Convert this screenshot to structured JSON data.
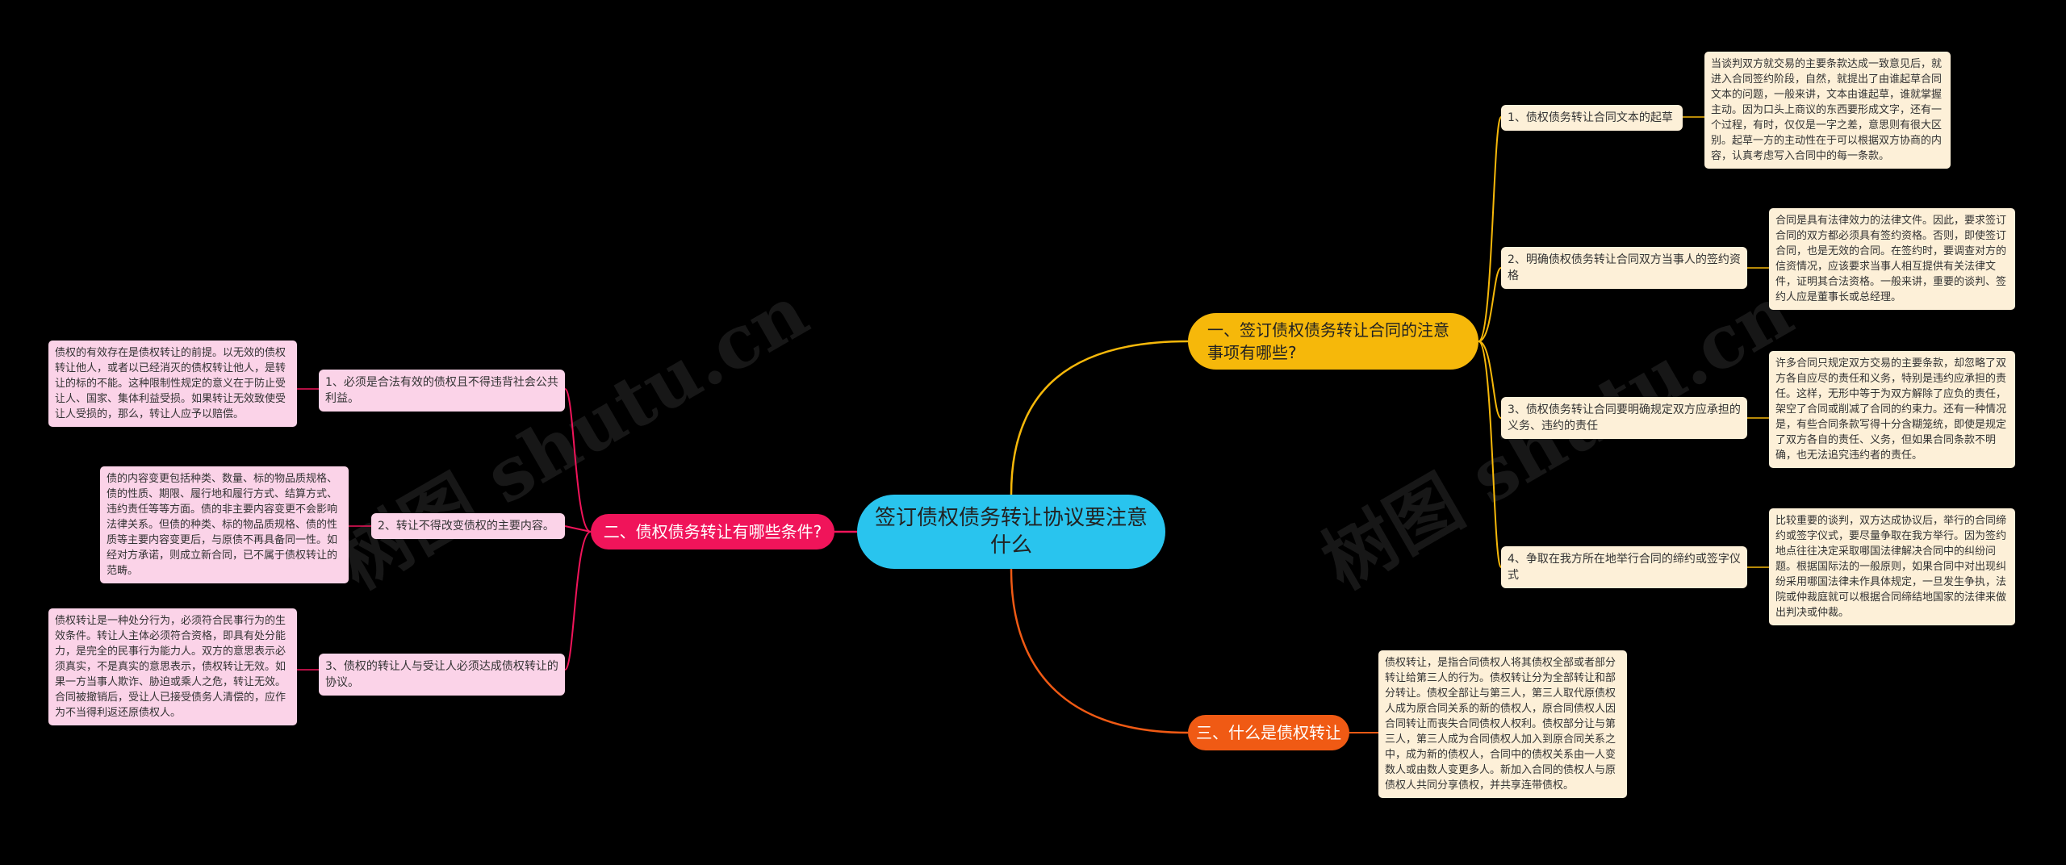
{
  "watermark": "树图 shutu.cn",
  "root": {
    "label": "签订债权债务转让协议要注意什么"
  },
  "branch1": {
    "label": "一、签订债权债务转让合同的注意事项有哪些?",
    "color": "#f6b80a",
    "items": [
      {
        "label": "1、债权债务转让合同文本的起草",
        "detail": "当谈判双方就交易的主要条款达成一致意见后，就进入合同签约阶段，自然，就提出了由谁起草合同文本的问题，一般来讲，文本由谁起草，谁就掌握主动。因为口头上商议的东西要形成文字，还有一个过程，有时，仅仅是一字之差，意思则有很大区别。起草一方的主动性在于可以根据双方协商的内容，认真考虑写入合同中的每一条款。"
      },
      {
        "label": "2、明确债权债务转让合同双方当事人的签约资格",
        "detail": "合同是具有法律效力的法律文件。因此，要求签订合同的双方都必须具有签约资格。否则，即使签订合同，也是无效的合同。在签约时，要调查对方的信资情况，应该要求当事人相互提供有关法律文件，证明其合法资格。一般来讲，重要的谈判、签约人应是董事长或总经理。"
      },
      {
        "label": "3、债权债务转让合同要明确规定双方应承担的义务、违约的责任",
        "detail": "许多合同只规定双方交易的主要条款，却忽略了双方各自应尽的责任和义务，特别是违约应承担的责任。这样，无形中等于为双方解除了应负的责任，架空了合同或削减了合同的约束力。还有一种情况是，有些合同条款写得十分含糊笼统，即使是规定了双方各自的责任、义务，但如果合同条款不明确，也无法追究违约者的责任。"
      },
      {
        "label": "4、争取在我方所在地举行合同的缔约或签字仪式",
        "detail": "比较重要的谈判，双方达成协议后，举行的合同缔约或签字仪式，要尽量争取在我方举行。因为签约地点往往决定采取哪国法律解决合同中的纠纷问题。根据国际法的一般原则，如果合同中对出现纠纷采用哪国法律未作具体规定，一旦发生争执，法院或仲裁庭就可以根据合同缔结地国家的法律来做出判决或仲裁。"
      }
    ]
  },
  "branch2": {
    "label": "二、债权债务转让有哪些条件?",
    "color": "#f0145a",
    "items": [
      {
        "label": "1、必须是合法有效的债权且不得违背社会公共利益。",
        "detail": "债权的有效存在是债权转让的前提。以无效的债权转让他人，或者以已经消灭的债权转让他人，是转让的标的不能。这种限制性规定的意义在于防止受让人、国家、集体利益受损。如果转让无效致使受让人受损的，那么，转让人应予以赔偿。"
      },
      {
        "label": "2、转让不得改变债权的主要内容。",
        "detail": "债的内容变更包括种类、数量、标的物品质规格、债的性质、期限、履行地和履行方式、结算方式、违约责任等等方面。债的非主要内容变更不会影响法律关系。但债的种类、标的物品质规格、债的性质等主要内容变更后，与原债不再具备同一性。如经对方承诺，则成立新合同，已不属于债权转让的范畴。"
      },
      {
        "label": "3、债权的转让人与受让人必须达成债权转让的协议。",
        "detail": "债权转让是一种处分行为，必须符合民事行为的生效条件。转让人主体必须符合资格，即具有处分能力，是完全的民事行为能力人。双方的意思表示必须真实，不是真实的意思表示，债权转让无效。如果一方当事人欺诈、胁迫或乘人之危，转让无效。合同被撤销后，受让人已接受债务人清偿的，应作为不当得利返还原债权人。"
      }
    ]
  },
  "branch3": {
    "label": "三、什么是债权转让",
    "color": "#f05a14",
    "detail": "债权转让，是指合同债权人将其债权全部或者部分转让给第三人的行为。债权转让分为全部转让和部分转让。债权全部让与第三人，第三人取代原债权人成为原合同关系的新的债权人，原合同债权人因合同转让而丧失合同债权人权利。债权部分让与第三人，第三人成为合同债权人加入到原合同关系之中，成为新的债权人，合同中的债权关系由一人变数人或由数人变更多人。新加入合同的债权人与原债权人共同分享债权，并共享连带债权。"
  }
}
